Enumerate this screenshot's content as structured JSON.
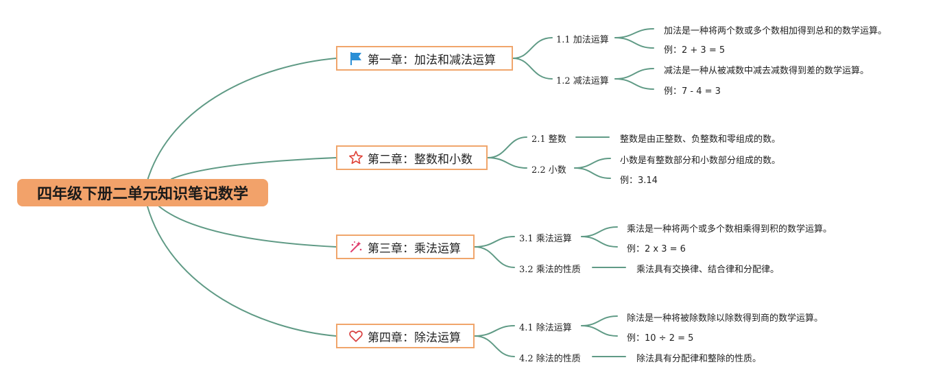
{
  "colors": {
    "root_fill": "#f2a26a",
    "chapter_border": "#f0a56b",
    "connector": "#5f9a85",
    "flag": "#2a8fd6",
    "star": "#e0443a",
    "sparkle": "#e0406f",
    "heart": "#d94040"
  },
  "root": {
    "title": "四年级下册二单元知识笔记数学"
  },
  "chapters": [
    {
      "title": "第一章：加法和减法运算",
      "icon": "flag-icon"
    },
    {
      "title": "第二章：整数和小数",
      "icon": "star-icon"
    },
    {
      "title": "第三章：乘法运算",
      "icon": "sparkle-icon"
    },
    {
      "title": "第四章：除法运算",
      "icon": "heart-icon"
    }
  ],
  "sections": [
    {
      "title": "1.1 加法运算",
      "notes": [
        "加法是一种将两个数或多个数相加得到总和的数学运算。",
        "例：2 + 3 = 5"
      ]
    },
    {
      "title": "1.2 减法运算",
      "notes": [
        "减法是一种从被减数中减去减数得到差的数学运算。",
        "例：7 - 4 = 3"
      ]
    },
    {
      "title": "2.1 整数",
      "notes": [
        "整数是由正整数、负整数和零组成的数。"
      ]
    },
    {
      "title": "2.2 小数",
      "notes": [
        "小数是有整数部分和小数部分组成的数。",
        "例：3.14"
      ]
    },
    {
      "title": "3.1 乘法运算",
      "notes": [
        "乘法是一种将两个或多个数相乘得到积的数学运算。",
        "例：2 x 3 = 6"
      ]
    },
    {
      "title": "3.2 乘法的性质",
      "notes": [
        "乘法具有交换律、结合律和分配律。"
      ]
    },
    {
      "title": "4.1 除法运算",
      "notes": [
        "除法是一种将被除数除以除数得到商的数学运算。",
        "例：10 ÷ 2 = 5"
      ]
    },
    {
      "title": "4.2 除法的性质",
      "notes": [
        "除法具有分配律和整除的性质。"
      ]
    }
  ]
}
